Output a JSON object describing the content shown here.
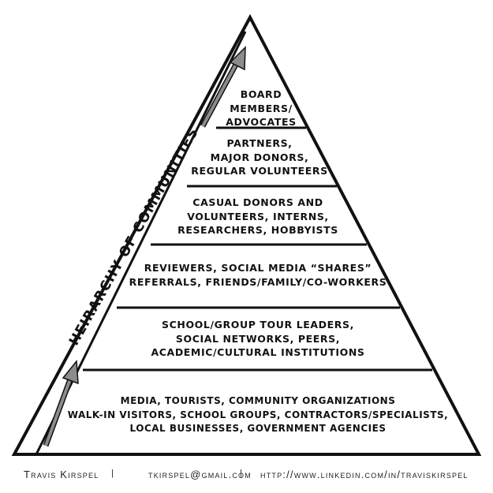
{
  "diagram": {
    "side_title": "HEIRARCHY OF COMMUNITIES",
    "tiers": [
      {
        "lines": [
          "BOARD",
          "MEMBERS/",
          "ADVOCATES"
        ]
      },
      {
        "lines": [
          "PARTNERS,",
          "MAJOR DONORS,",
          "REGULAR VOLUNTEERS"
        ]
      },
      {
        "lines": [
          "CASUAL DONORS AND",
          "VOLUNTEERS, INTERNS,",
          "RESEARCHERS, HOBBYISTS"
        ]
      },
      {
        "lines": [
          "REVIEWERS, SOCIAL MEDIA “SHARES”",
          "REFERRALS, FRIENDS/FAMILY/CO-WORKERS"
        ]
      },
      {
        "lines": [
          "SCHOOL/GROUP TOUR LEADERS,",
          "SOCIAL NETWORKS, PEERS,",
          "ACADEMIC/CULTURAL INSTITUTIONS"
        ]
      },
      {
        "lines": [
          "MEDIA, TOURISTS, COMMUNITY ORGANIZATIONS",
          "WALK-IN VISITORS, SCHOOL GROUPS, CONTRACTORS/SPECIALISTS,",
          "LOCAL BUSINESSES, GOVERNMENT AGENCIES"
        ]
      }
    ]
  },
  "footer": {
    "name": "Travis Kirspel",
    "separator": "|",
    "email": "tkirspel@gmail.com",
    "url": "http://www.linkedin.com/in/traviskirspel"
  },
  "colors": {
    "outline": "#111111",
    "arrow": "#8c8c8c"
  }
}
